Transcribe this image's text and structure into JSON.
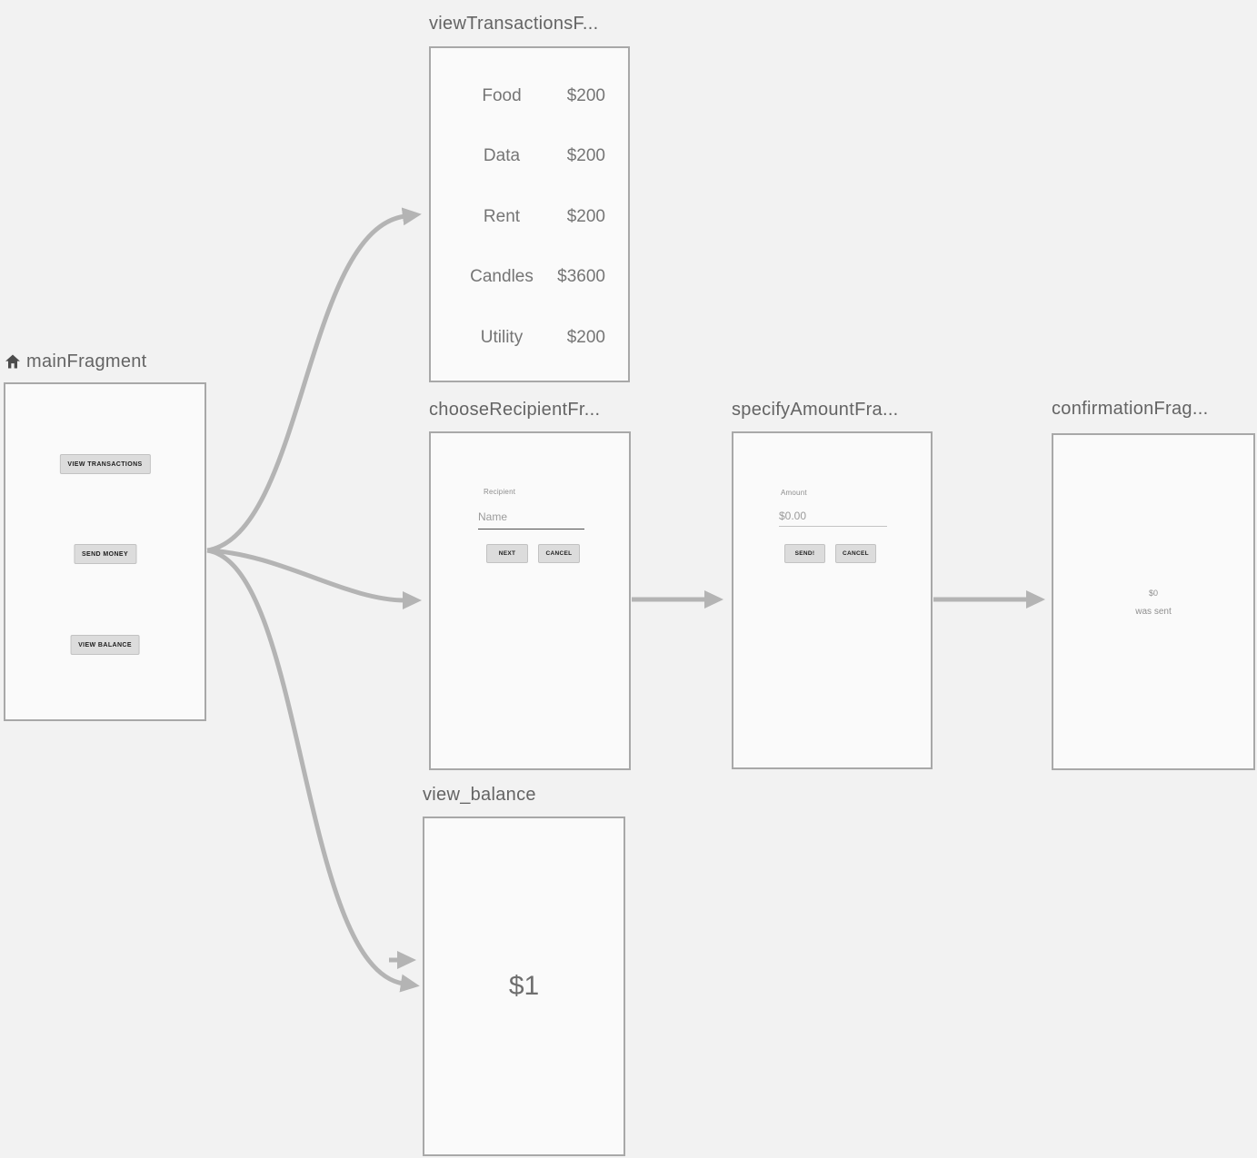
{
  "colors": {
    "canvas_bg": "#f2f2f2",
    "panel_bg": "#fafafa",
    "panel_border": "#a8a8a8",
    "arrow": "#b4b4b4",
    "title_text": "#646464"
  },
  "fragments": {
    "main": {
      "title": "mainFragment",
      "buttons": [
        {
          "label": "VIEW TRANSACTIONS"
        },
        {
          "label": "SEND MONEY"
        },
        {
          "label": "VIEW BALANCE"
        }
      ]
    },
    "view_transactions": {
      "title": "viewTransactionsF...",
      "transactions": [
        {
          "label": "Food",
          "amount": "$200"
        },
        {
          "label": "Data",
          "amount": "$200"
        },
        {
          "label": "Rent",
          "amount": "$200"
        },
        {
          "label": "Candles",
          "amount": "$3600"
        },
        {
          "label": "Utility",
          "amount": "$200"
        }
      ]
    },
    "choose_recipient": {
      "title": "chooseRecipientFr...",
      "field_label": "Recipient",
      "field_placeholder": "Name",
      "next_label": "NEXT",
      "cancel_label": "CANCEL"
    },
    "specify_amount": {
      "title": "specifyAmountFra...",
      "field_label": "Amount",
      "field_placeholder": "$0.00",
      "send_label": "SEND!",
      "cancel_label": "CANCEL"
    },
    "confirmation": {
      "title": "confirmationFrag...",
      "amount": "$0",
      "caption": "was sent"
    },
    "view_balance": {
      "title": "view_balance",
      "balance": "$1"
    }
  },
  "connections": [
    {
      "from": "mainFragment",
      "to": "viewTransactionsFragment"
    },
    {
      "from": "mainFragment",
      "to": "chooseRecipientFragment"
    },
    {
      "from": "mainFragment",
      "to": "view_balance"
    },
    {
      "from": "chooseRecipientFragment",
      "to": "specifyAmountFragment"
    },
    {
      "from": "specifyAmountFragment",
      "to": "confirmationFragment"
    },
    {
      "from": "",
      "to": "view_balance"
    }
  ]
}
